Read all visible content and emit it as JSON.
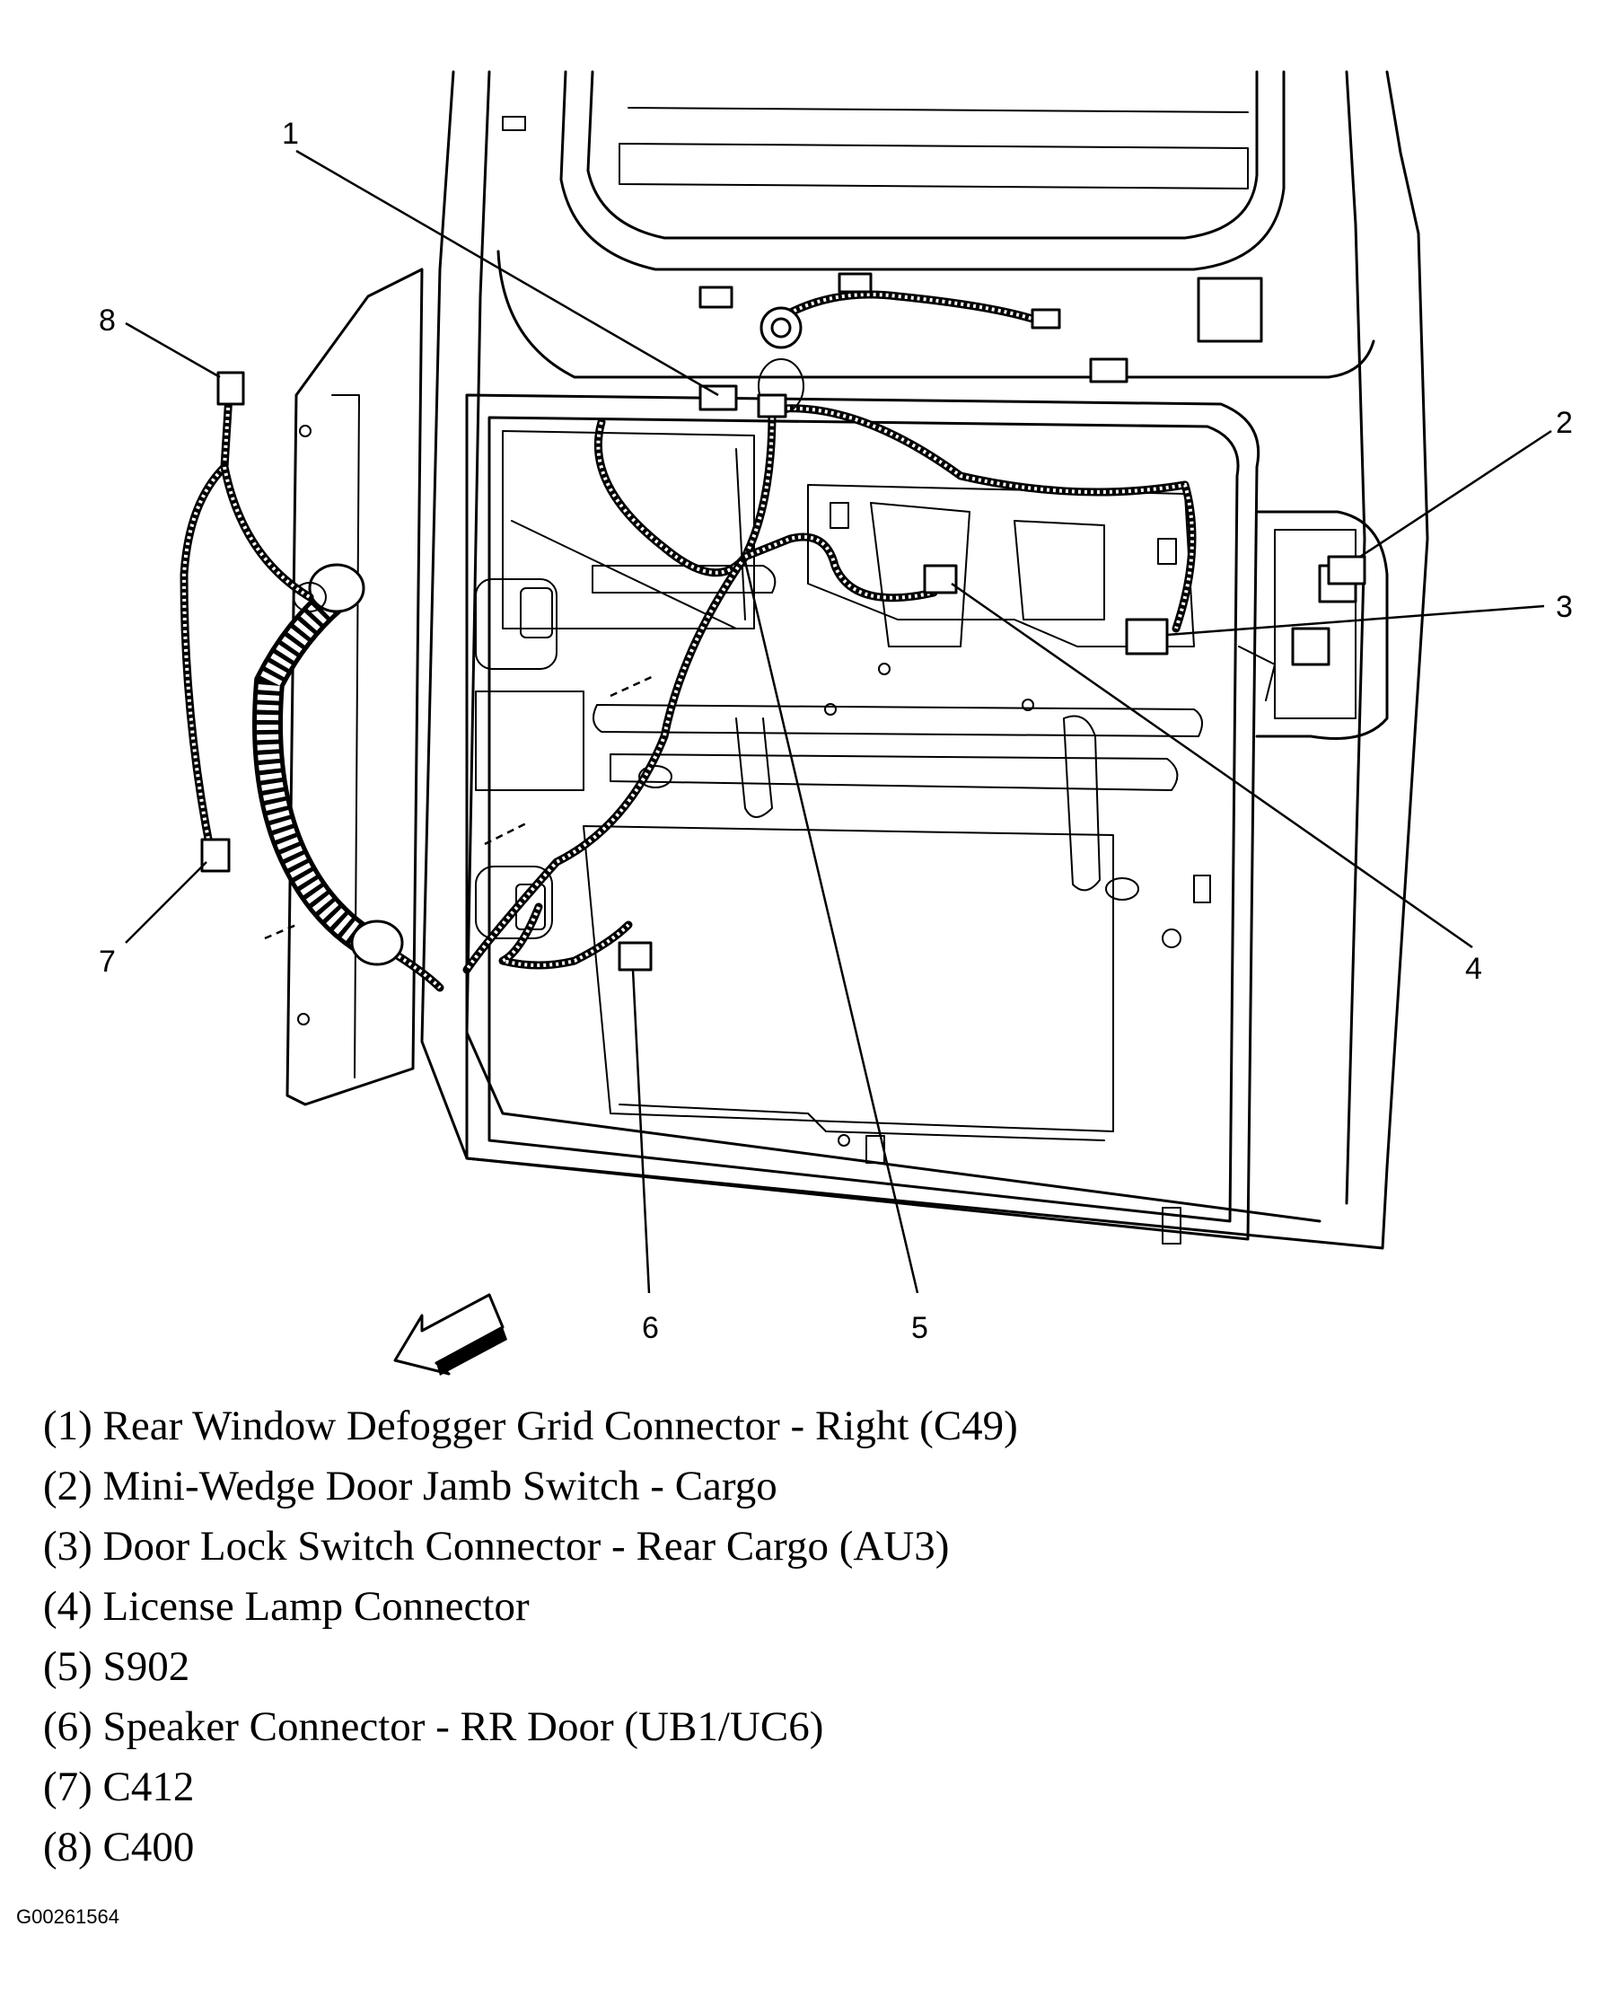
{
  "callouts": [
    {
      "n": "1"
    },
    {
      "n": "2"
    },
    {
      "n": "3"
    },
    {
      "n": "4"
    },
    {
      "n": "5"
    },
    {
      "n": "6"
    },
    {
      "n": "7"
    },
    {
      "n": "8"
    }
  ],
  "legend": [
    "(1) Rear Window Defogger Grid Connector - Right (C49)",
    "(2) Mini-Wedge Door Jamb Switch - Cargo",
    "(3) Door Lock Switch Connector - Rear Cargo (AU3)",
    "(4) License Lamp Connector",
    "(5) S902",
    "(6) Speaker Connector - RR Door (UB1/UC6)",
    "(7) C412",
    "(8) C400"
  ],
  "figure_code": "G00261564"
}
